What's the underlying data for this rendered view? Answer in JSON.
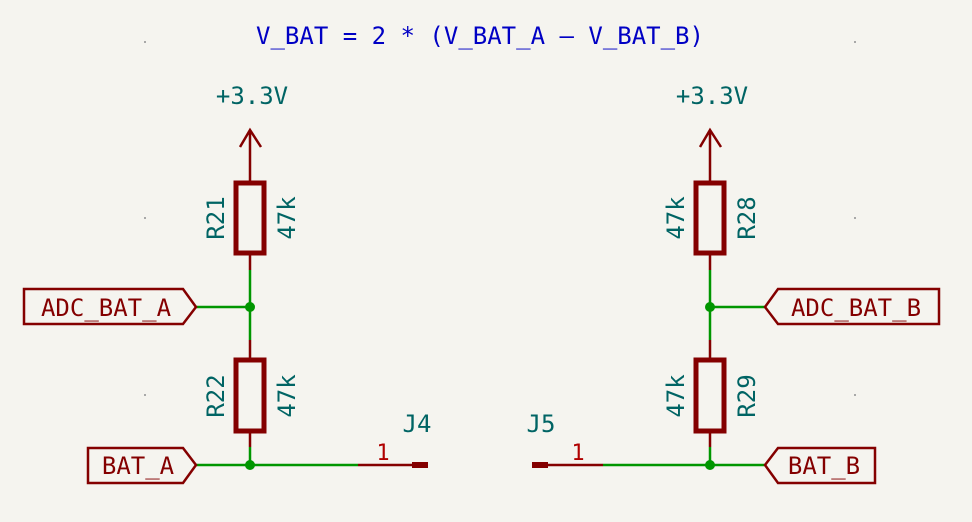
{
  "title_note": "V_BAT = 2 * (V_BAT_A – V_BAT_B)",
  "left": {
    "power": "+3.3V",
    "r_top": {
      "ref": "R21",
      "value": "47k"
    },
    "r_bot": {
      "ref": "R22",
      "value": "47k"
    },
    "label_adc": "ADC_BAT_A",
    "label_bat": "BAT_A",
    "connector": {
      "ref": "J4",
      "pin": "1"
    }
  },
  "right": {
    "power": "+3.3V",
    "r_top": {
      "ref": "R28",
      "value": "47k"
    },
    "r_bot": {
      "ref": "R29",
      "value": "47k"
    },
    "label_adc": "ADC_BAT_B",
    "label_bat": "BAT_B",
    "connector": {
      "ref": "J5",
      "pin": "1"
    }
  },
  "colors": {
    "wire": "#009600",
    "symbol": "#840000",
    "field": "#006464",
    "note": "#0000c4",
    "background": "#f5f4ef"
  }
}
